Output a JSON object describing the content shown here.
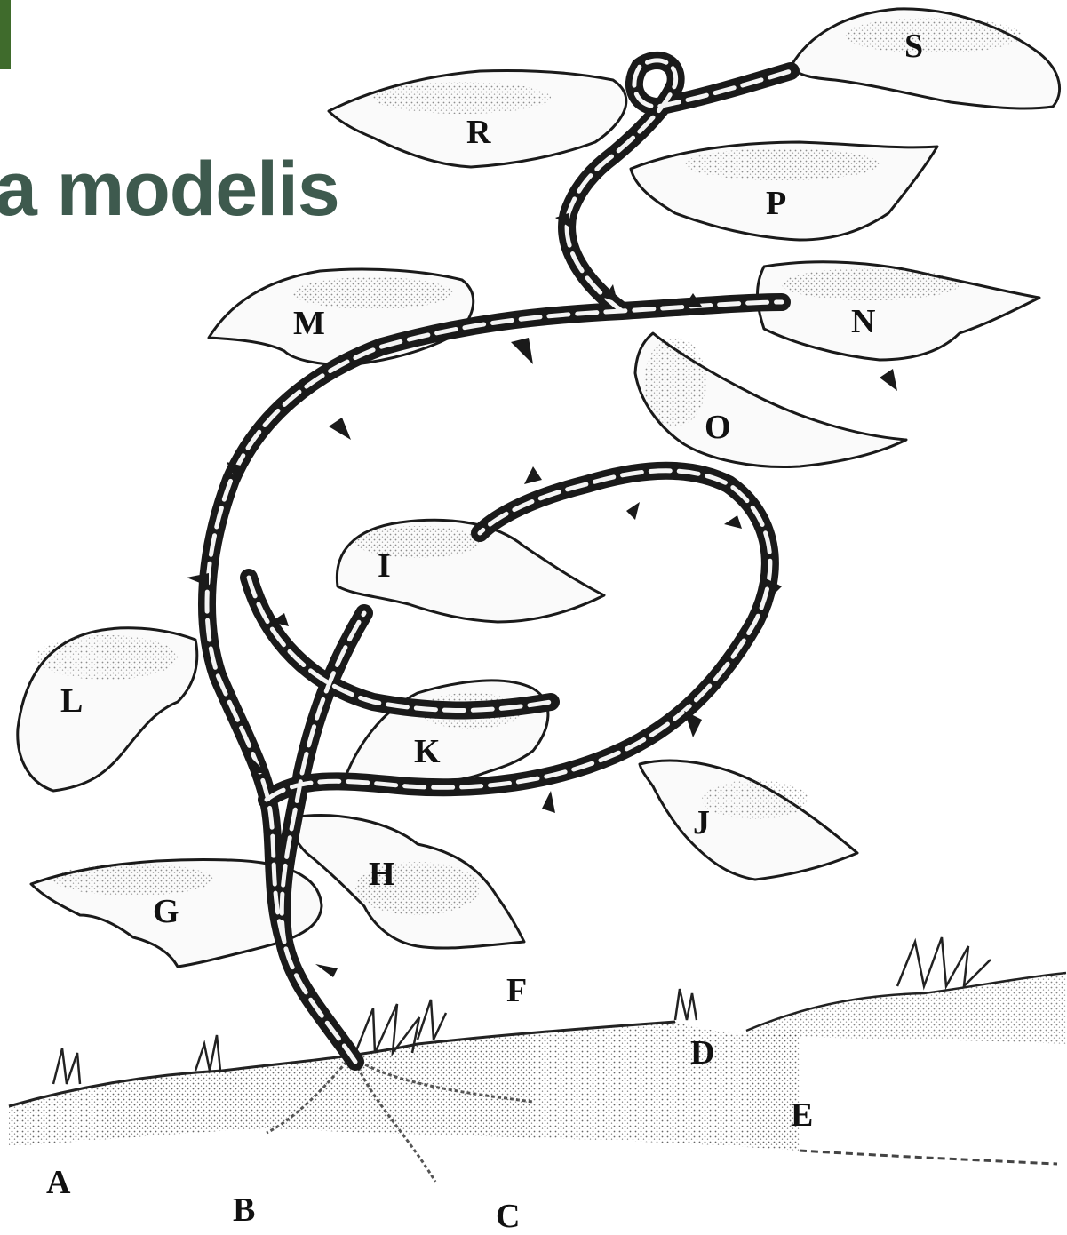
{
  "colors": {
    "title": "#3e5a4e",
    "accent_bar": "#3f6b2c",
    "ink": "#1a1a1a"
  },
  "slide": {
    "title": "a modelis"
  },
  "labels": {
    "A": "A",
    "B": "B",
    "C": "C",
    "D": "D",
    "E": "E",
    "F": "F",
    "G": "G",
    "H": "H",
    "I": "I",
    "J": "J",
    "K": "K",
    "L": "L",
    "M": "M",
    "N": "N",
    "O": "O",
    "P": "P",
    "R": "R",
    "S": "S"
  }
}
